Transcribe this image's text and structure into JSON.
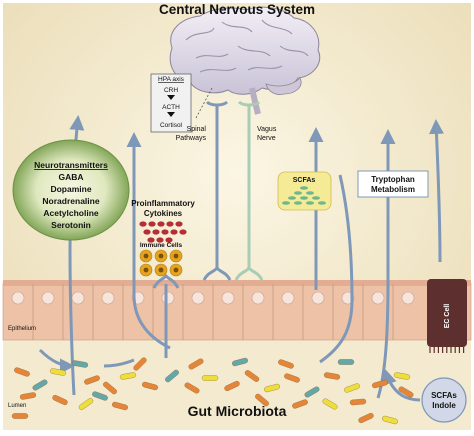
{
  "title": "Central Nervous System",
  "bottom_title": "Gut Microbiota",
  "hpa": {
    "header": "HPA axis",
    "steps": [
      "CRH",
      "ACTH",
      "Cortisol"
    ]
  },
  "pathways": {
    "spinal": [
      "Spinal",
      "Pathways"
    ],
    "vagus": [
      "Vagus",
      "Nerve"
    ]
  },
  "neurotransmitters": {
    "header": "Neurotransmitters",
    "items": [
      "GABA",
      "Dopamine",
      "Noradrenaline",
      "Acetylcholine",
      "Serotonin"
    ]
  },
  "cytokines": [
    "Proinflammatory",
    "Cytokines"
  ],
  "immune_cells": "Immune Cells",
  "scfas": "SCFAs",
  "tryptophan": [
    "Tryptophan",
    "Metabolism"
  ],
  "ec_cell": "EC Cell",
  "scfas_indole": [
    "SCFAs",
    "Indole"
  ],
  "epithelium": "Epithelium",
  "lumen": "Lumen",
  "colors": {
    "background": "#f5ecd2",
    "arrow": "#7f98b8",
    "vagus": "#a8ccb4",
    "epithelium": "#edc2a7",
    "nucleus": "#f7e5dc",
    "ec_cell": "#5d2f2f",
    "neuro_oval_center": "#f7f7e2",
    "neuro_oval_edge": "#82a658",
    "scfa_box": "#f5ea96",
    "cytokine": "#b52d35",
    "immune": "#e4a41f",
    "bacteria_orange": "#e3863a",
    "bacteria_yellow": "#ecdf3b",
    "bacteria_teal": "#64a7a9"
  }
}
